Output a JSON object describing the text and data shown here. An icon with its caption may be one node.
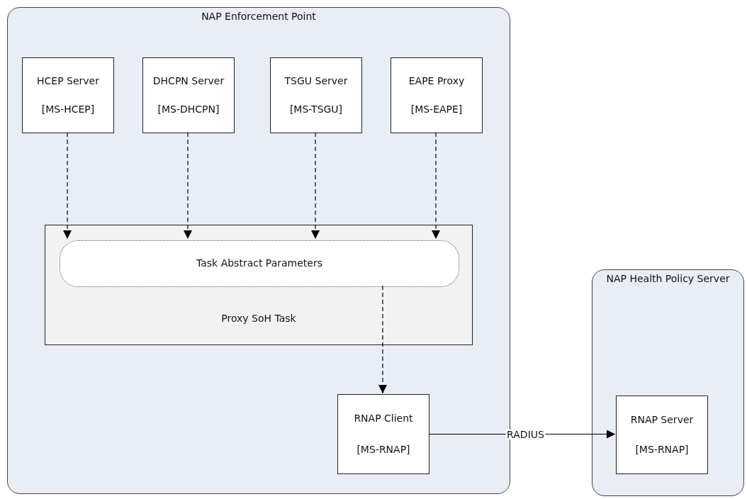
{
  "diagram": {
    "nodes": [
      {
        "text": [
          "NAP Enforcement Point"
        ]
      },
      {
        "text": [
          "HCEP Server",
          "[MS-HCEP]"
        ],
        "in": 0
      },
      {
        "text": [
          "DHCPN Server",
          "[MS-DHCPN]"
        ],
        "in": 0
      },
      {
        "text": [
          "TSGU Server",
          "[MS-TSGU]"
        ],
        "in": 0
      },
      {
        "text": [
          "EAPE Proxy",
          "[MS-EAPE]"
        ],
        "in": 0
      },
      {
        "text": [
          "Proxy SoH Task"
        ],
        "in": 0
      },
      {
        "text": [
          "Task Abstract Parameters"
        ],
        "in": 5
      },
      {
        "text": [
          "RNAP Client",
          "[MS-RNAP]"
        ],
        "in": 0
      },
      {
        "text": [
          "NAP Health Policy Server"
        ]
      },
      {
        "text": [
          "RNAP Server",
          "[MS-RNAP]"
        ],
        "in": 8
      }
    ],
    "edges": [
      {
        "from": 1,
        "to": 6,
        "arrow": "to",
        "style": "dashed"
      },
      {
        "from": 2,
        "to": 6,
        "arrow": "to",
        "style": "dashed"
      },
      {
        "from": 3,
        "to": 6,
        "arrow": "to",
        "style": "dashed"
      },
      {
        "from": 4,
        "to": 6,
        "arrow": "to",
        "style": "dashed"
      },
      {
        "from": 6,
        "to": 7,
        "arrow": "to",
        "style": "dashed"
      },
      {
        "from": 7,
        "to": 9,
        "arrow": "to",
        "label": "RADIUS"
      }
    ]
  }
}
